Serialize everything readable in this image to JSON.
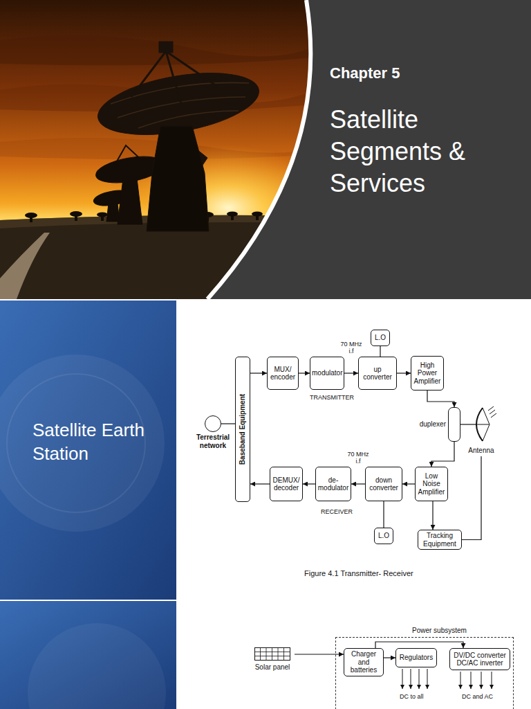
{
  "diagram": {
    "caption": "Figure 4.1 Transmitter- Receiver",
    "nodes": [
      {
        "text": [
          "Baseband Equipment"
        ]
      },
      {
        "text": [
          "Terrestrial network"
        ]
      },
      {
        "text": [
          "MUX/ encoder"
        ]
      },
      {
        "text": [
          "modulator"
        ]
      },
      {
        "text": [
          "up converter"
        ]
      },
      {
        "text": [
          "L.O"
        ]
      },
      {
        "text": [
          "High Power Amplifier"
        ]
      },
      {
        "text": [
          "duplexer"
        ]
      },
      {
        "text": [
          "Antenna"
        ]
      },
      {
        "text": [
          "DEMUX/ decoder"
        ]
      },
      {
        "text": [
          "de- modulator"
        ]
      },
      {
        "text": [
          "down converter"
        ]
      },
      {
        "text": [
          "L.O"
        ]
      },
      {
        "text": [
          "Low Noise Amplifier"
        ]
      },
      {
        "text": [
          "Tracking Equipment"
        ]
      },
      {
        "text": [
          "Power subsystem"
        ]
      },
      {
        "text": [
          "Solar panel"
        ]
      },
      {
        "text": [
          "Charger and batteries"
        ],
        "in": 15
      },
      {
        "text": [
          "Regulators"
        ],
        "in": 15
      },
      {
        "text": [
          "DV/DC converter DC/AC inverter"
        ],
        "in": 15
      }
    ],
    "edges": [
      {
        "from": 1,
        "to": 0,
        "arrow": "none"
      },
      {
        "from": 0,
        "to": 2,
        "arrow": "to"
      },
      {
        "from": 2,
        "to": 3,
        "arrow": "to"
      },
      {
        "from": 3,
        "to": 4,
        "arrow": "to",
        "label": "70 MHz i.f"
      },
      {
        "from": 5,
        "to": 4,
        "arrow": "none"
      },
      {
        "from": 4,
        "to": 6,
        "arrow": "to"
      },
      {
        "from": 6,
        "to": 7,
        "arrow": "to"
      },
      {
        "from": 7,
        "to": 8,
        "arrow": "none"
      },
      {
        "from": 7,
        "to": 13,
        "arrow": "to"
      },
      {
        "from": 13,
        "to": 11,
        "arrow": "to"
      },
      {
        "from": 11,
        "to": 10,
        "arrow": "to",
        "label": "70 MHz i.f"
      },
      {
        "from": 12,
        "to": 11,
        "arrow": "none"
      },
      {
        "from": 10,
        "to": 9,
        "arrow": "to"
      },
      {
        "from": 9,
        "to": 0,
        "arrow": "to"
      },
      {
        "from": 13,
        "to": 14,
        "arrow": "to"
      },
      {
        "from": 14,
        "to": 8,
        "arrow": "none"
      },
      {
        "from": 16,
        "to": 17,
        "arrow": "to"
      },
      {
        "from": 17,
        "to": 18,
        "arrow": "to"
      },
      {
        "from": 17,
        "to": 19,
        "arrow": "to"
      }
    ],
    "labels": [
      "Chapter 5",
      "Satellite Segments & Services",
      "Satellite Earth Station",
      "TRANSMITTER",
      "RECEIVER",
      "DC to all",
      "DC and AC"
    ]
  }
}
